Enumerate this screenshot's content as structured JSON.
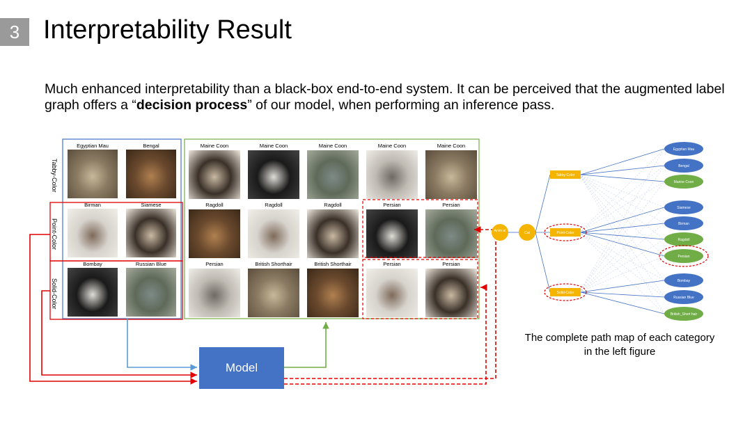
{
  "slide": {
    "number": "3",
    "title": "Interpretability Result",
    "body_pre": "Much enhanced interpretability than a black-box end-to-end system. It can be perceived that the augmented label graph offers a “",
    "body_bold": "decision process",
    "body_post": "” of our model, when performing an inference pass."
  },
  "left_figure": {
    "row_labels": [
      "Tabby-Color",
      "Point-Color",
      "Solid-Color"
    ],
    "left_grid": [
      [
        "Egyptian Mau",
        "Bengal"
      ],
      [
        "Birman",
        "Siamese"
      ],
      [
        "Bombay",
        "Russian Blue"
      ]
    ],
    "right_grid": [
      [
        "Maine Coon",
        "Maine Coon",
        "Maine Coon",
        "Maine Coon",
        "Maine Coon"
      ],
      [
        "Ragdoll",
        "Ragdoll",
        "Ragdoll",
        "Persian",
        "Persian"
      ],
      [
        "Persian",
        "British Shorthair",
        "British Shorthair",
        "Persian",
        "Persian"
      ]
    ],
    "model_label": "Model"
  },
  "path_map": {
    "root_node": "Anim al",
    "cat_node": "Cat",
    "color_nodes": [
      "Tabby-Color",
      "Point-Color",
      "Solid-Color"
    ],
    "breed_nodes": [
      "Egyptian Mau",
      "Bengal",
      "Marine Coon",
      "Siamese",
      "Birman",
      "Ragdoll",
      "Persian",
      "Bombay",
      "Russian Blue",
      "British_Short hair"
    ],
    "caption_line1": "The complete path map of each category",
    "caption_line2": "in the left figure",
    "colors": {
      "root": "#f5b400",
      "color_node": "#f5b400",
      "breed_blue": "#4472c4",
      "breed_green": "#70ad47",
      "highlight": "#e00000",
      "arrow_blue": "#5b9bd5",
      "arrow_green": "#70ad47"
    }
  }
}
